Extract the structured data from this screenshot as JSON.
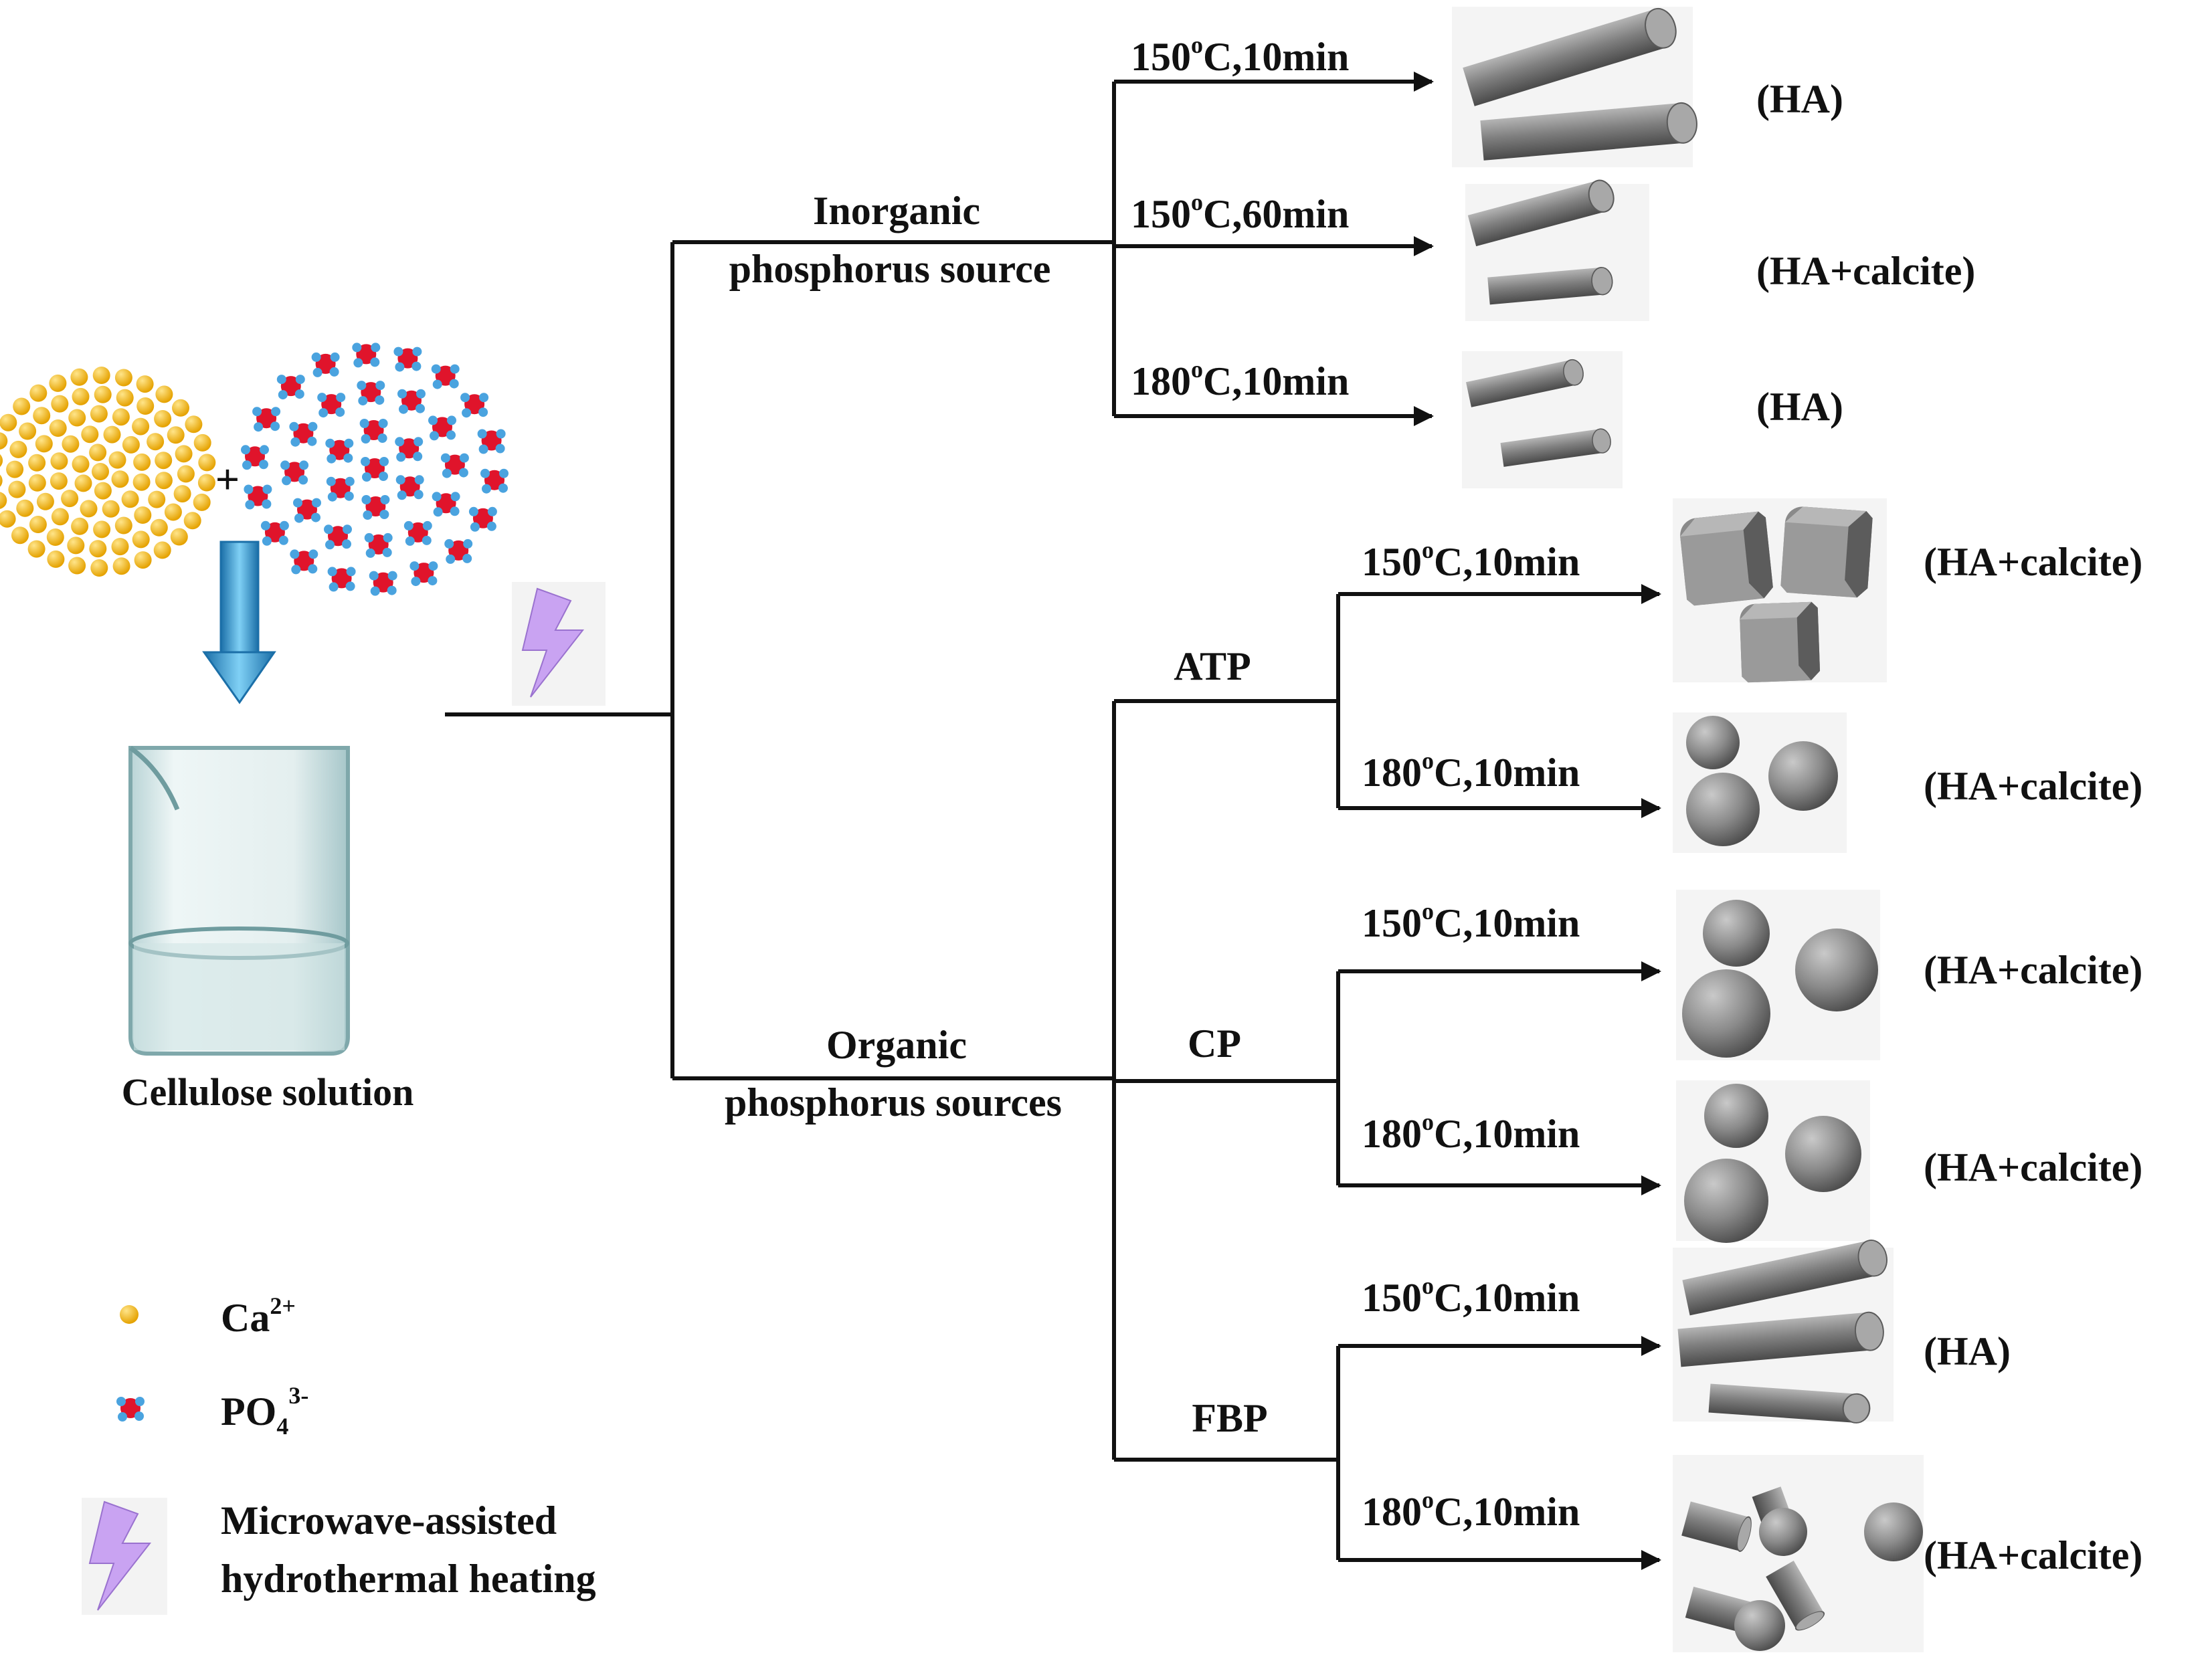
{
  "start": {
    "label": "Cellulose solution",
    "plus": "+"
  },
  "legend": {
    "ca_label": "Ca",
    "ca_sup": "2+",
    "po4_label": "PO",
    "po4_sub": "4",
    "po4_sup": "3-",
    "microwave_line1": "Microwave-assisted",
    "microwave_line2": "hydrothermal heating"
  },
  "branches": {
    "inorganic_line1": "Inorganic",
    "inorganic_line2": "phosphorus source",
    "organic_line1": "Organic",
    "organic_line2": "phosphorus sources"
  },
  "sources": {
    "atp": "ATP",
    "cp": "CP",
    "fbp": "FBP"
  },
  "inorganic": [
    {
      "temp": "150",
      "deg": "o",
      "cond": "C,10min",
      "product": "(HA)",
      "shape": "rods"
    },
    {
      "temp": "150",
      "deg": "o",
      "cond": "C,60min",
      "product": "(HA+calcite)",
      "shape": "rods"
    },
    {
      "temp": "180",
      "deg": "o",
      "cond": "C,10min",
      "product": "(HA)",
      "shape": "rods"
    }
  ],
  "atp": [
    {
      "temp": "150",
      "deg": "o",
      "cond": "C,10min",
      "product": "(HA+calcite)",
      "shape": "cubes"
    },
    {
      "temp": "180",
      "deg": "o",
      "cond": "C,10min",
      "product": "(HA+calcite)",
      "shape": "spheres"
    }
  ],
  "cp": [
    {
      "temp": "150",
      "deg": "o",
      "cond": "C,10min",
      "product": "(HA+calcite)",
      "shape": "spheres"
    },
    {
      "temp": "180",
      "deg": "o",
      "cond": "C,10min",
      "product": "(HA+calcite)",
      "shape": "spheres"
    }
  ],
  "fbp": [
    {
      "temp": "150",
      "deg": "o",
      "cond": "C,10min",
      "product": "(HA)",
      "shape": "rods"
    },
    {
      "temp": "180",
      "deg": "o",
      "cond": "C,10min",
      "product": "(HA+calcite)",
      "shape": "rods and spheres"
    }
  ],
  "colors": {
    "line": "#111111",
    "calcium": "#f2b818",
    "oxygen": "#e0142b",
    "phosphorus": "#4aa3df",
    "bolt": "#c9a3f2",
    "arrow_blue": "#3aa6e0",
    "shape_gray": "#7d7d7d"
  }
}
